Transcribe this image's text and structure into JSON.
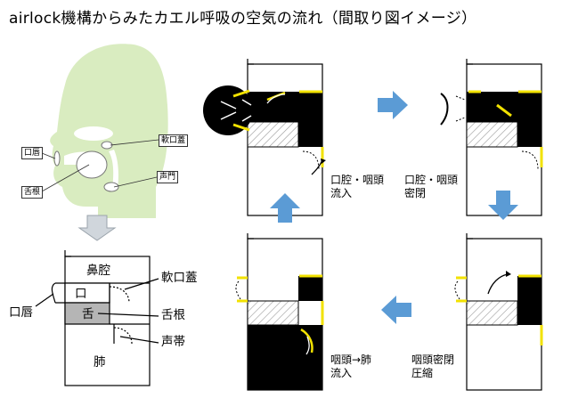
{
  "title": "airlock機構からみたカエル呼吸の空気の流れ（間取り図イメージ）",
  "head_labels": {
    "lip": "口唇",
    "soft_palate": "軟口蓋",
    "glottis": "声門",
    "tongue_root": "舌根"
  },
  "floorplan": {
    "nasal_cavity": "鼻腔",
    "mouth": "口",
    "tongue": "舌",
    "lung": "肺",
    "lip": "口唇",
    "soft_palate": "軟口蓋",
    "tongue_root": "舌根",
    "vocal_cords": "声帯"
  },
  "steps": [
    {
      "label_line1": "口腔・咽頭",
      "label_line2": "流入"
    },
    {
      "label_line1": "口腔・咽頭",
      "label_line2": "密閉"
    },
    {
      "label_line1": "咽頭密閉",
      "label_line2": "圧縮"
    },
    {
      "label_line1": "咽頭→肺",
      "label_line2": "流入"
    }
  ],
  "colors": {
    "accent_yellow": "#f2e200",
    "arrow_blue": "#5b9bd5",
    "head_green": "#d9ecc0",
    "tongue_gray": "#b5b5b5"
  }
}
